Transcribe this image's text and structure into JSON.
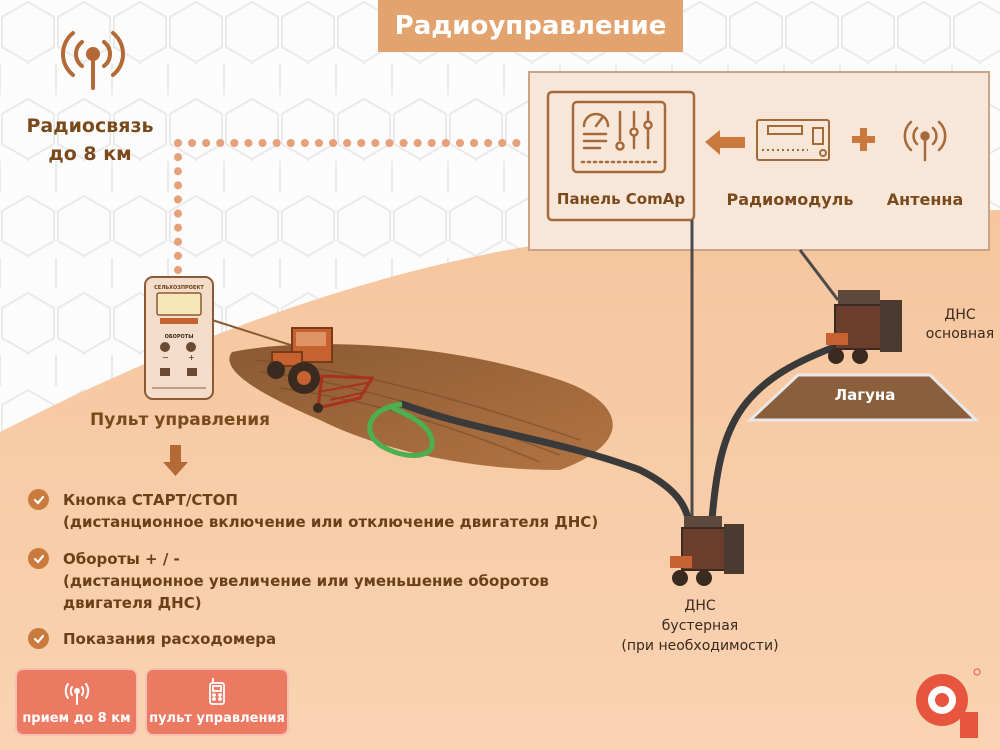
{
  "title": "Радиоуправление",
  "radio_link": {
    "line1": "Радиосвязь",
    "line2": "до 8 км"
  },
  "panel": {
    "label": "Панель ComAp"
  },
  "radiomodule": {
    "label": "Радиомодуль"
  },
  "antenna": {
    "label": "Антенна"
  },
  "remote": {
    "label": "Пульт управления",
    "brand": "СЕЛЬХОЗПРОЕКТ",
    "rpm": "ОБОРОТЫ"
  },
  "pump_main": {
    "line1": "ДНС",
    "line2": "основная"
  },
  "lagoon": {
    "label": "Лагуна"
  },
  "pump_booster": {
    "line1": "ДНС",
    "line2": "бустерная",
    "line3": "(при необходимости)"
  },
  "features": [
    {
      "text": "Кнопка СТАРТ/СТОП\n(дистанционное включение или отключение двигателя ДНС)"
    },
    {
      "text": "Обороты + / -\n(дистанционное увеличение или уменьшение оборотов\nдвигателя ДНС)"
    },
    {
      "text": "Показания расходомера"
    }
  ],
  "buttons": {
    "range": "прием до 8 км",
    "remote": "пульт управления"
  },
  "colors": {
    "accent": "#e3a36f",
    "dark_brown": "#7a4a1c",
    "button": "#ec7a63",
    "field": "#f7c9a4",
    "hose_green": "#4caf50"
  }
}
